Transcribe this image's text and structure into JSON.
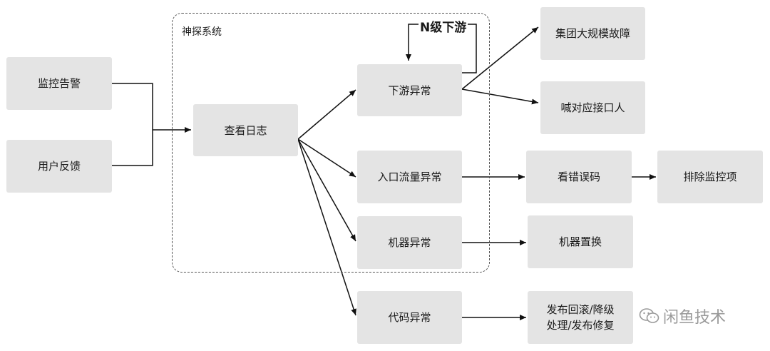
{
  "region": {
    "title": "神探系统"
  },
  "loop_label": "N级下游",
  "nodes": {
    "monitor_alert": "监控告警",
    "user_feedback": "用户反馈",
    "check_logs": "查看日志",
    "downstream_anomaly": "下游异常",
    "entry_traffic_anomaly": "入口流量异常",
    "machine_anomaly": "机器异常",
    "code_anomaly": "代码异常",
    "group_outage": "集团大规模故障",
    "call_contact": "喊对应接口人",
    "check_error_code": "看错误码",
    "remove_monitor_item": "排除监控项",
    "machine_replace": "机器置换",
    "release_rollback": "发布回滚/降级\n处理/发布修复"
  },
  "watermark": "闲鱼技术"
}
